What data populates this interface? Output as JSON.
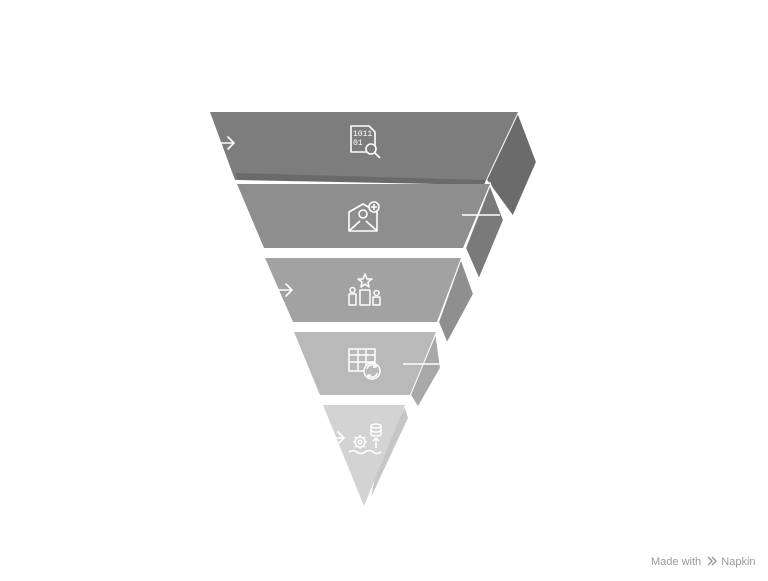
{
  "diagram": {
    "type": "inverted-funnel",
    "levels": [
      {
        "icon": "data-file-search-icon",
        "connector": "arrow-left",
        "color": "#7d7d7d"
      },
      {
        "icon": "envelope-add-user-icon",
        "connector": "line-right",
        "color": "#8e8e8e"
      },
      {
        "icon": "podium-star-icon",
        "connector": "arrow-left",
        "color": "#a2a2a2"
      },
      {
        "icon": "table-refresh-icon",
        "connector": "line-right",
        "color": "#b9b9b9"
      },
      {
        "icon": "gear-database-upload-icon",
        "connector": "arrow-left",
        "color": "#d3d3d3"
      }
    ]
  },
  "watermark": {
    "made_with": "Made with",
    "brand": "Napkin"
  }
}
